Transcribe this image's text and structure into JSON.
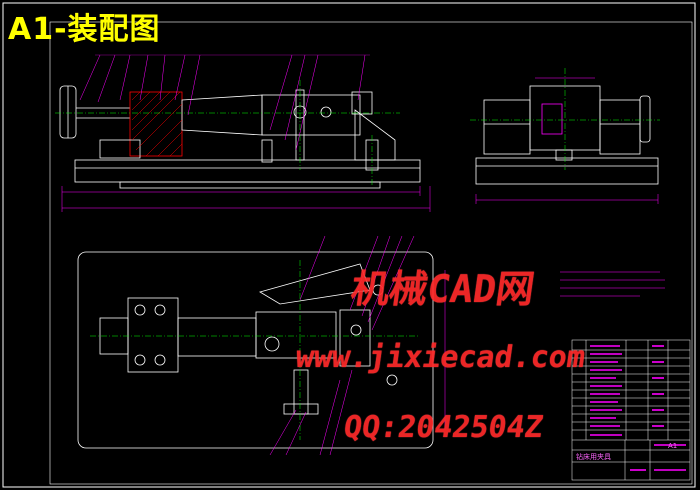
{
  "drawing": {
    "title": "A1-装配图",
    "title_color": "#ffff00",
    "line_colors": {
      "outline": "#ffffff",
      "dimension": "#ff00ff",
      "section": "#ff0000",
      "center": "#00ff00",
      "leader": "#ff00ff",
      "border": "#ffffff"
    }
  },
  "watermarks": {
    "site_name": "机械CAD网",
    "url": "www.jixiecad.com",
    "qq": "QQ:2042504Z",
    "color": "#ff2a2a"
  },
  "title_block": {
    "name": "钻床用夹具",
    "scale": "A1"
  }
}
